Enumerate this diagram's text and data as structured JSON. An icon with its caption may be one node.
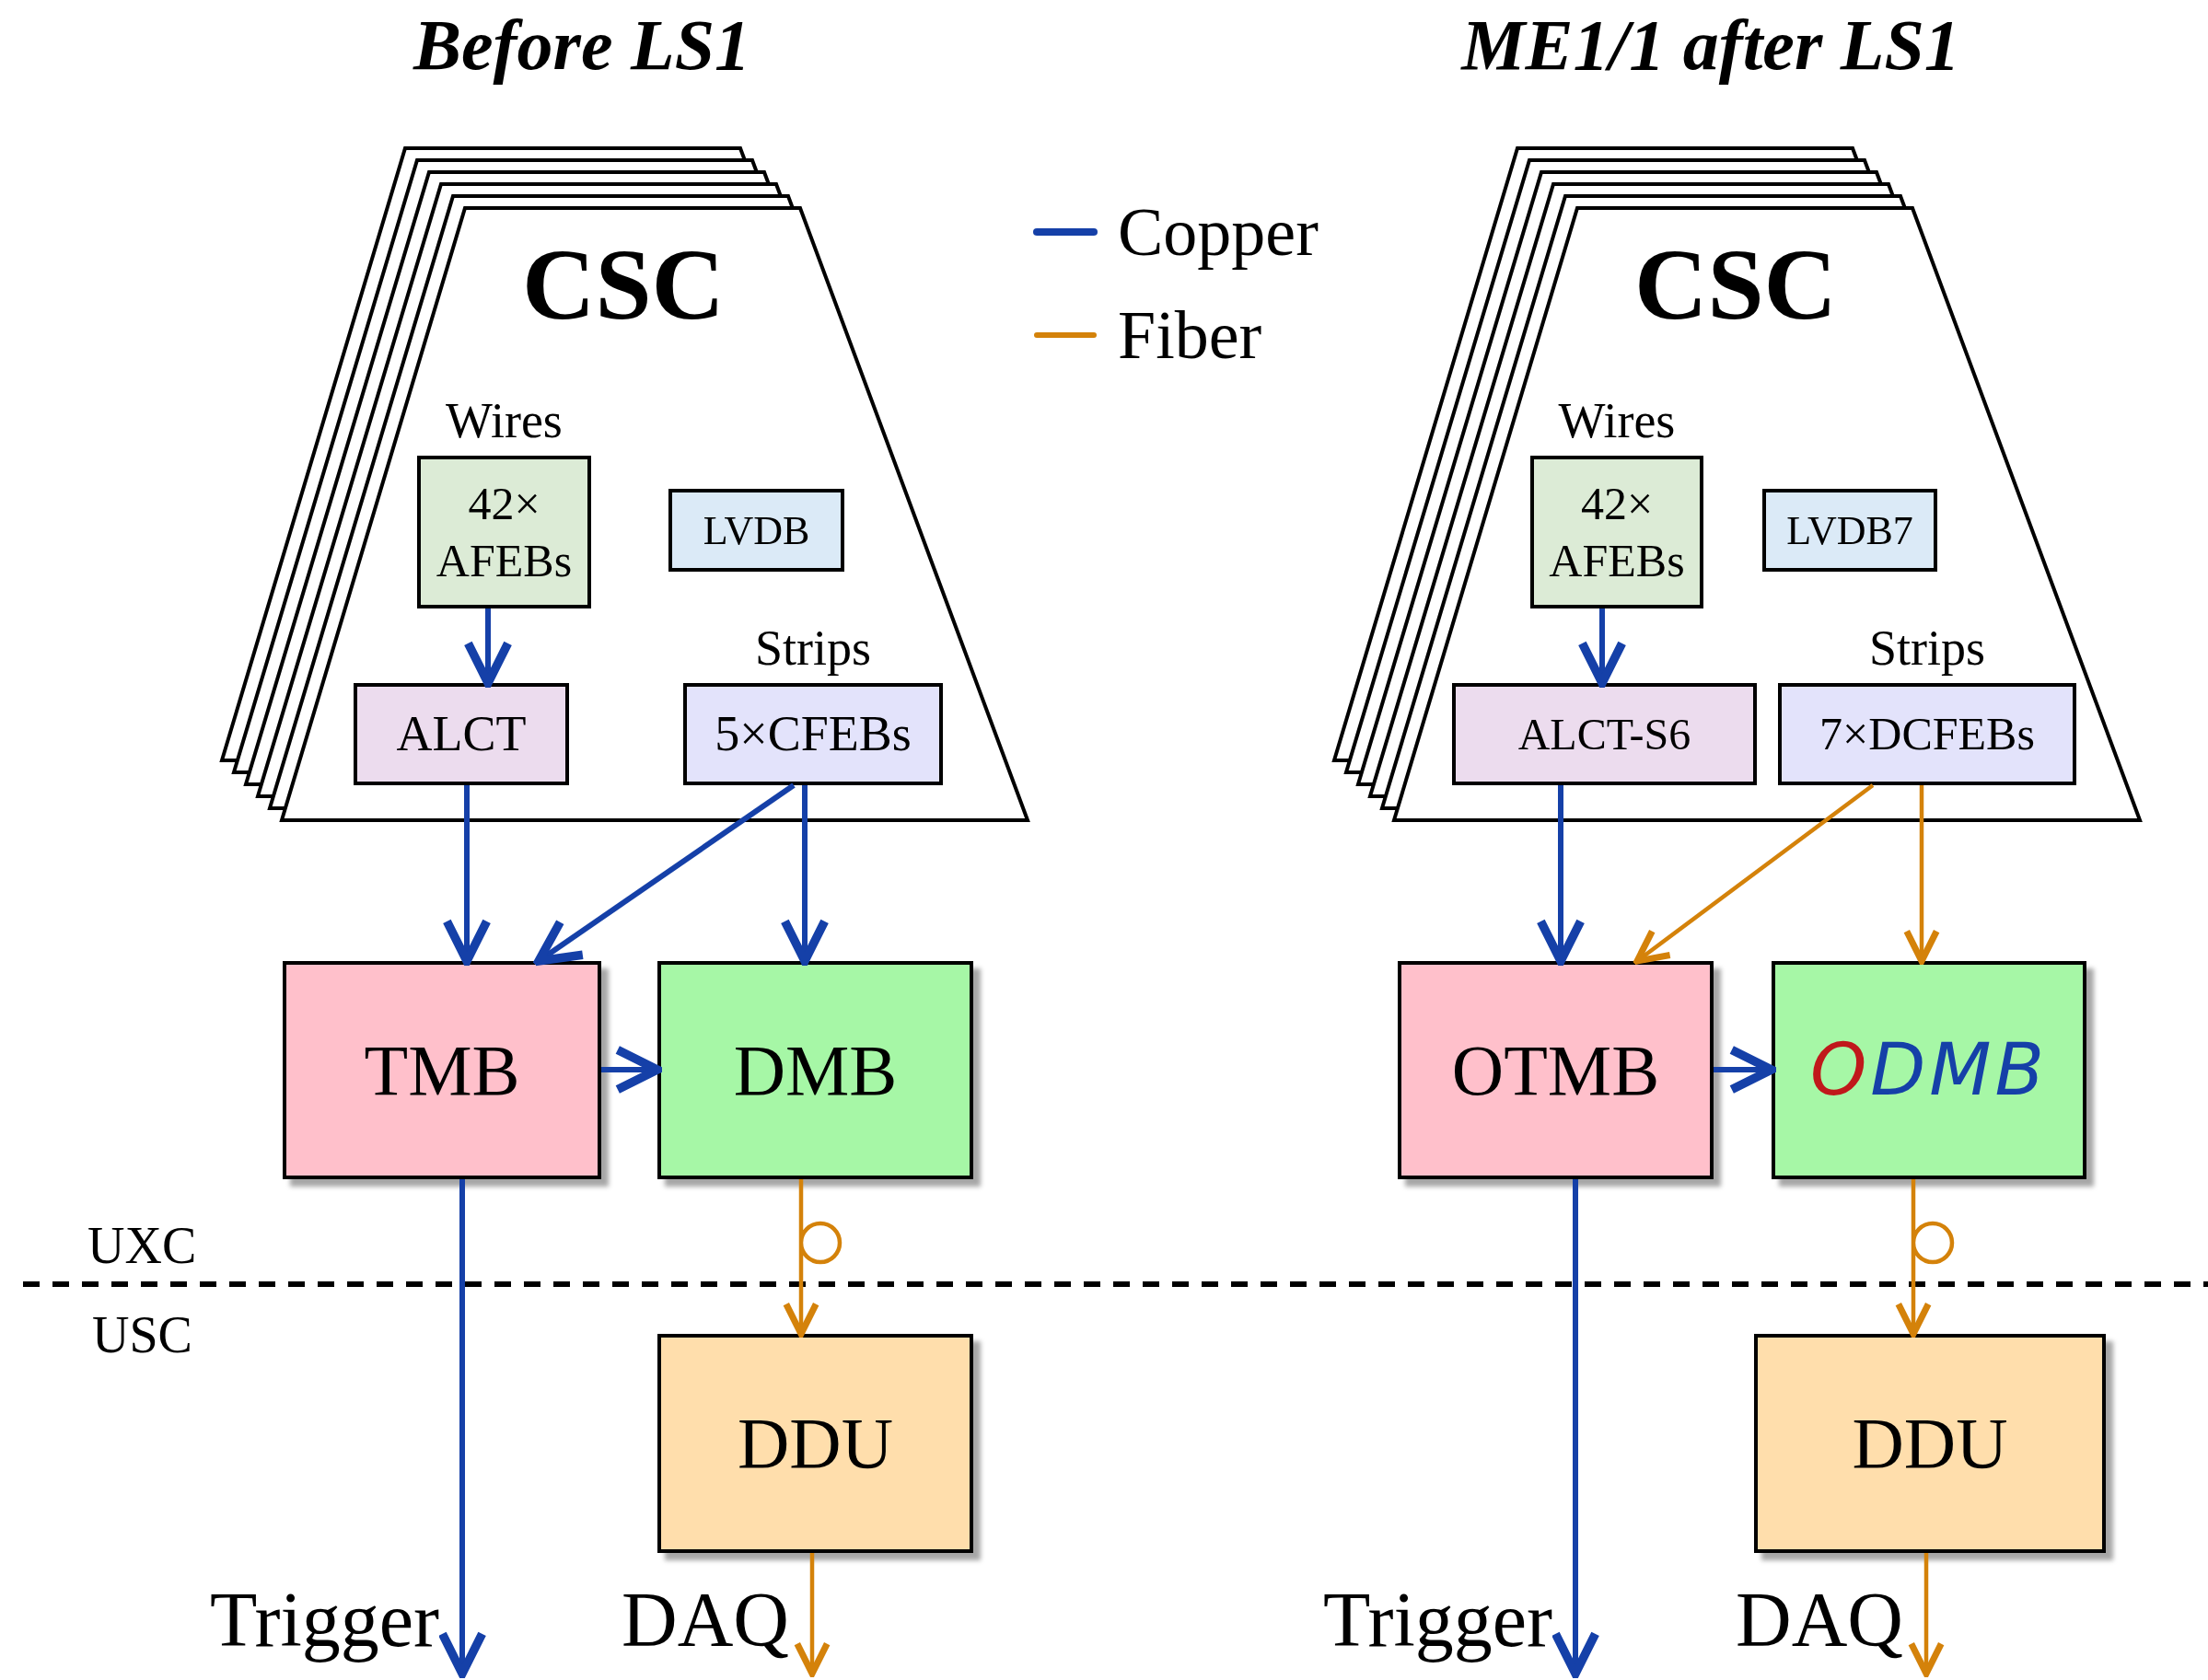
{
  "diagram": {
    "nodes": [
      {
        "text": [
          "CSC"
        ]
      },
      {
        "text": [
          "Wires",
          "42× AFEBs"
        ],
        "in": 0
      },
      {
        "text": [
          "LVDB"
        ],
        "in": 0
      },
      {
        "text": [
          "ALCT"
        ],
        "in": 0
      },
      {
        "text": [
          "Strips",
          "5×CFEBs"
        ],
        "in": 0
      },
      {
        "text": [
          "TMB"
        ]
      },
      {
        "text": [
          "DMB"
        ]
      },
      {
        "text": [
          "DDU"
        ]
      },
      {
        "text": [
          "CSC"
        ]
      },
      {
        "text": [
          "Wires",
          "42× AFEBs"
        ],
        "in": 8
      },
      {
        "text": [
          "LVDB7"
        ],
        "in": 8
      },
      {
        "text": [
          "ALCT-S6"
        ],
        "in": 8
      },
      {
        "text": [
          "Strips",
          "7×DCFEBs"
        ],
        "in": 8
      },
      {
        "text": [
          "OTMB"
        ]
      },
      {
        "text": [
          "ODMB"
        ]
      },
      {
        "text": [
          "DDU"
        ]
      }
    ],
    "edges": [
      {
        "from": 1,
        "to": 3,
        "arrow": "to"
      },
      {
        "from": 3,
        "to": 5,
        "arrow": "to"
      },
      {
        "from": 4,
        "to": 5,
        "arrow": "to"
      },
      {
        "from": 4,
        "to": 6,
        "arrow": "to"
      },
      {
        "from": 5,
        "to": 6,
        "arrow": "to"
      },
      {
        "from": 6,
        "to": 7,
        "arrow": "to",
        "color": "#d4820a"
      },
      {
        "from": 5,
        "to": null,
        "arrow": "to",
        "label": "Trigger"
      },
      {
        "from": 7,
        "to": null,
        "arrow": "to",
        "label": "DAQ",
        "color": "#d4820a"
      },
      {
        "from": 9,
        "to": 11,
        "arrow": "to"
      },
      {
        "from": 11,
        "to": 13,
        "arrow": "to"
      },
      {
        "from": 12,
        "to": 13,
        "arrow": "to",
        "color": "#d4820a"
      },
      {
        "from": 12,
        "to": 14,
        "arrow": "to",
        "color": "#d4820a"
      },
      {
        "from": 13,
        "to": 14,
        "arrow": "to"
      },
      {
        "from": 14,
        "to": 15,
        "arrow": "to",
        "color": "#d4820a"
      },
      {
        "from": 13,
        "to": null,
        "arrow": "to",
        "label": "Trigger"
      },
      {
        "from": 15,
        "to": null,
        "arrow": "to",
        "label": "DAQ",
        "color": "#d4820a"
      }
    ],
    "labels": [
      "Before LS1",
      "ME1/1 after LS1",
      "UXC",
      "USC"
    ],
    "legend": [
      {
        "text": "Copper"
      },
      {
        "text": "Fiber"
      }
    ]
  }
}
